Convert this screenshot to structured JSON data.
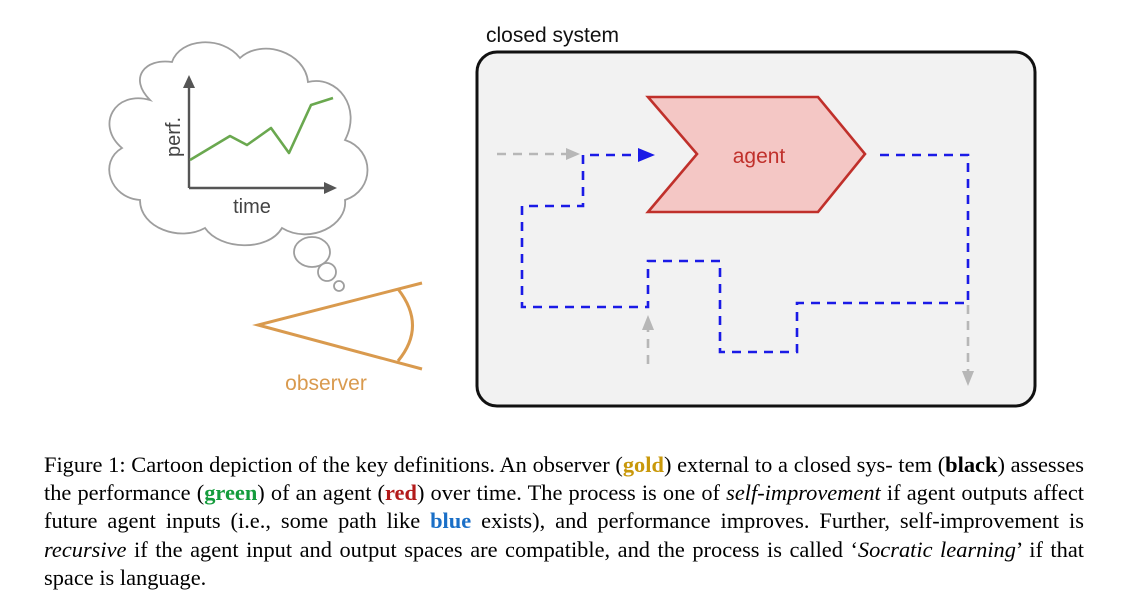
{
  "figure": {
    "system_label": "closed system",
    "agent_label": "agent",
    "observer_label": "observer",
    "y_axis_label": "perf.",
    "x_axis_label": "time"
  },
  "colors": {
    "observer_gold": "#d99a4e",
    "performance_green": "#6aa84f",
    "agent_red": "#c0302b",
    "agent_fill": "#f4c7c5",
    "path_blue": "#1a1ae6",
    "system_fill": "#f2f2f2",
    "cloud_gray": "#9e9e9e",
    "inactive_gray": "#b7b7b7",
    "caption_gold": "#c9980a",
    "caption_green": "#149c3c",
    "caption_red": "#b31b1b",
    "caption_blue": "#1a6fc7"
  },
  "caption": {
    "l1_a": "Figure 1: Cartoon depiction of the key definitions. An observer (",
    "l1_gold": "gold",
    "l1_b": ") external to a closed sys-",
    "l2_a": "tem (",
    "l2_black": "black",
    "l2_b": ") assesses the performance (",
    "l2_green": "green",
    "l2_c": ") of an agent (",
    "l2_red": "red",
    "l2_d": ") over time. The process is one of",
    "l3_italic": "self-improvement",
    "l3_a": " if agent outputs affect future agent inputs (i.e., some path like ",
    "l3_blue": "blue",
    "l3_b": " exists), and",
    "l4_a": "performance improves. Further, self-improvement is ",
    "l4_italic": "recursive",
    "l4_b": " if the agent input and output spaces",
    "l5_a": "are compatible, and the process is called ‘",
    "l5_italic": "Socratic learning",
    "l5_b": "’ if that space is language."
  }
}
